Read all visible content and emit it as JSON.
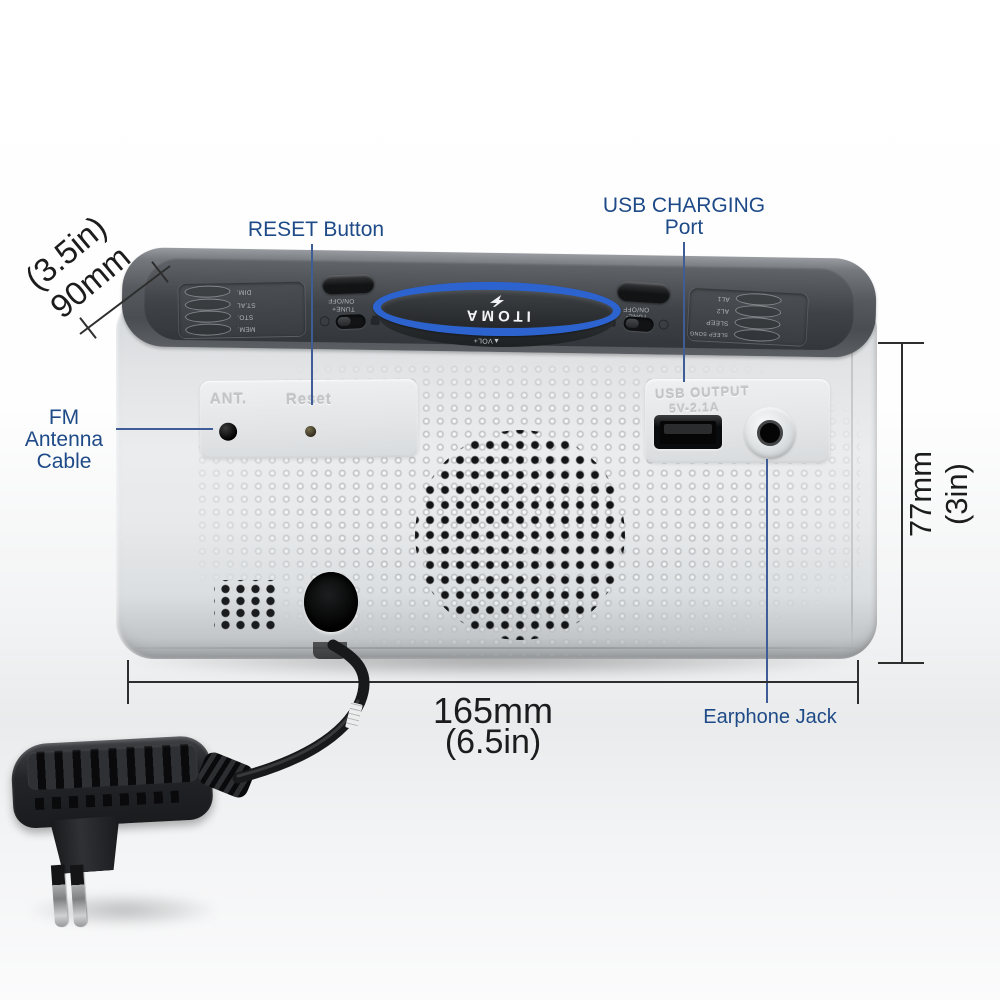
{
  "colors": {
    "annotation_blue": "#1e4a87",
    "leader_blue": "#3e5c95",
    "dimension_black": "#2e2e2e",
    "ring_blue": "#2c63cf"
  },
  "annotations": {
    "reset": "RESET Button",
    "usb_line1": "USB CHARGING",
    "usb_line2": "Port",
    "fm_line1": "FM Antenna",
    "fm_line2": "Cable",
    "earphone": "Earphone Jack"
  },
  "dimensions": {
    "width_mm": "165mm",
    "width_in": "(6.5in)",
    "height_mm": "77mm",
    "height_in": "(3in)",
    "depth_mm": "90mm",
    "depth_in": "(3.5in)"
  },
  "device": {
    "brand": "ITOMA",
    "back": {
      "ant_label": "ANT.",
      "reset_label": "Reset",
      "usb_output_line1": "USB OUTPUT",
      "usb_output_line2": "5V-2.1A"
    },
    "top": {
      "left_buttons": [
        "DIM.",
        "ST.AL",
        "STO.",
        "MEM."
      ],
      "right_buttons": [
        "AL1",
        "AL2",
        "SLEEP",
        "SLEEP SONG"
      ],
      "on_off": "ON/OFF",
      "tune_plus": "TUNE+",
      "tune_minus": "TUNE-",
      "volume": "▲VOL+"
    }
  }
}
